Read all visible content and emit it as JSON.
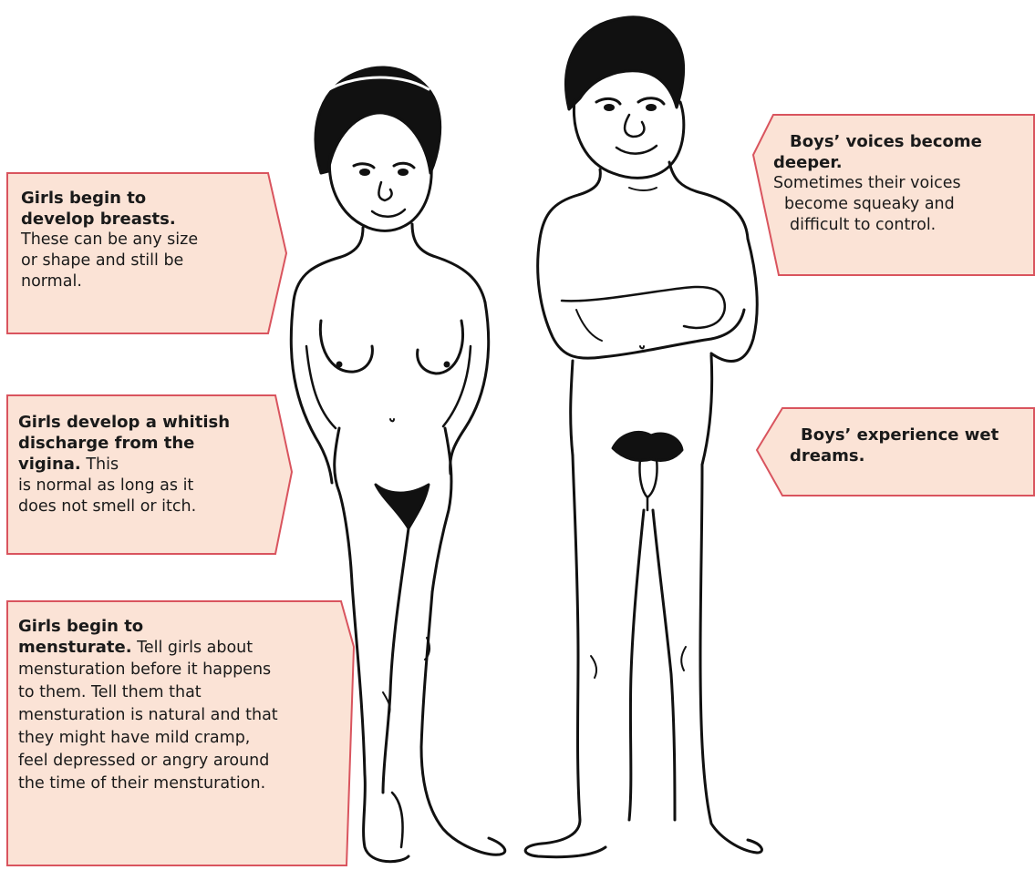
{
  "colors": {
    "callout_fill": "#fbe3d6",
    "callout_border": "#d9545e",
    "figure_stroke": "#111111"
  },
  "callouts": {
    "breasts": {
      "title": [
        "Girls begin to",
        "develop breasts."
      ],
      "body": [
        "These can be any size",
        "or shape and still be",
        "normal."
      ]
    },
    "discharge": {
      "title": [
        "Girls develop a whitish",
        "discharge from the",
        "vigina."
      ],
      "body_inline": " This",
      "body": [
        "is normal as long as it",
        "does not smell or itch."
      ]
    },
    "menstruate": {
      "title_first": "Girls begin to",
      "title_second": "mensturate.",
      "body_inline": " Tell girls about",
      "body": [
        "mensturation before it happens",
        "to them. Tell them that",
        "mensturation is natural and that",
        "they might have mild cramp,",
        "feel depressed or angry around",
        "the time of their mensturation."
      ]
    },
    "voices": {
      "title": [
        "Boys’ voices become",
        "deeper."
      ],
      "body": [
        "Sometimes their voices",
        "become squeaky and",
        "difficult to control."
      ]
    },
    "wet_dreams": {
      "title": [
        "Boys’ experience wet",
        "dreams."
      ]
    }
  }
}
